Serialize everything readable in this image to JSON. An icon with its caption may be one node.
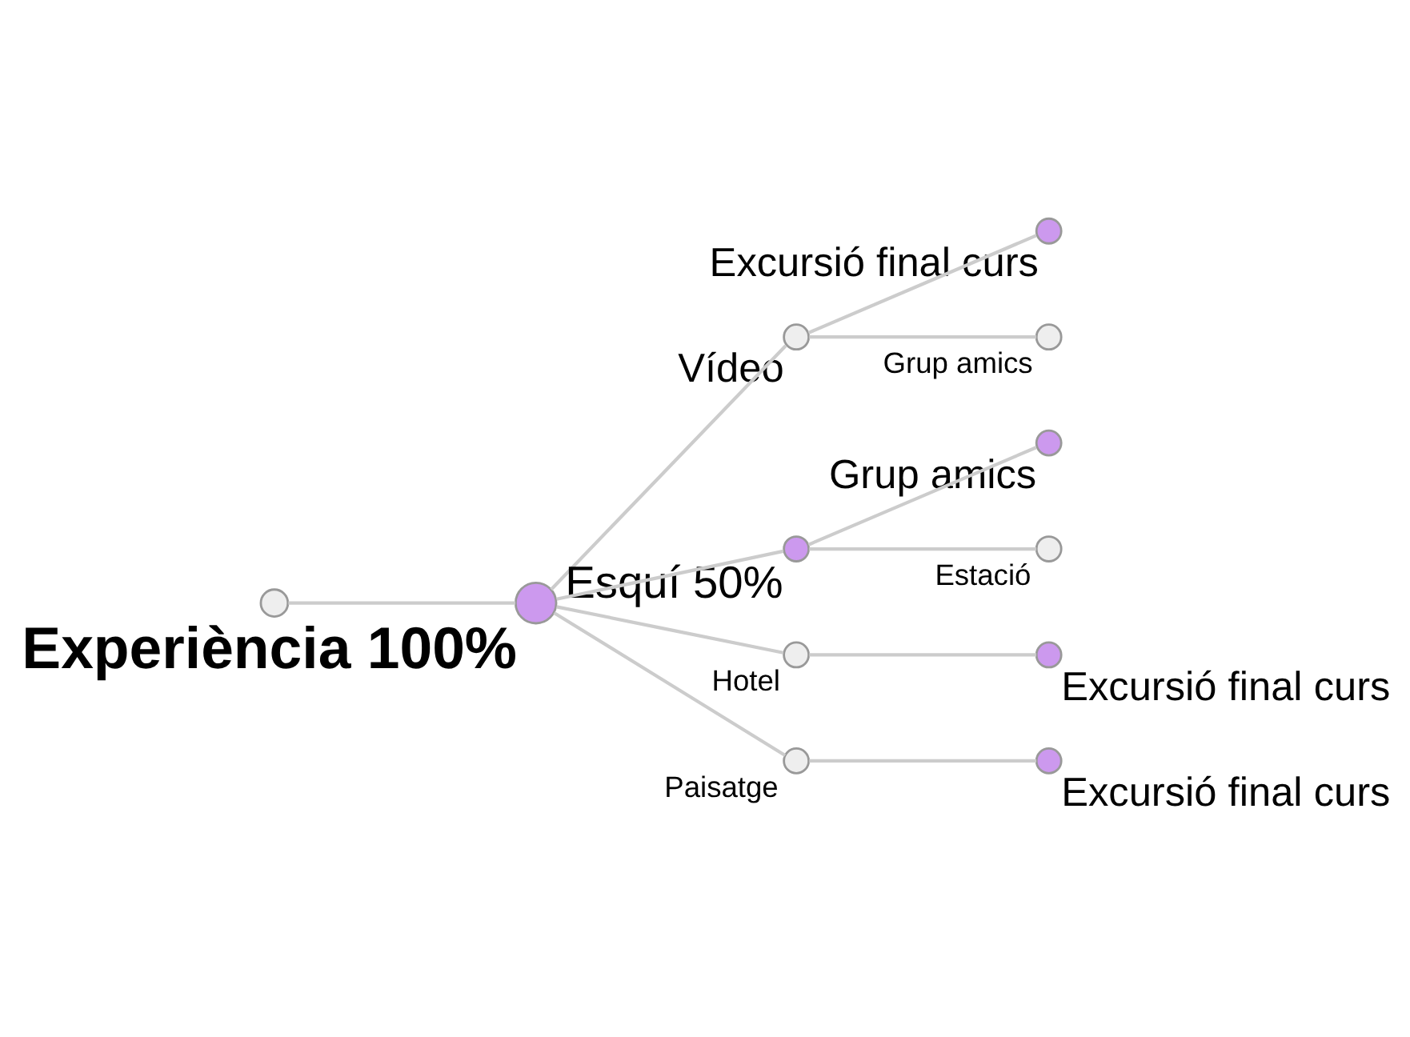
{
  "diagram": {
    "nodes": [
      {
        "text": [],
        "shape": "circle"
      },
      {
        "text": [],
        "shape": "circle",
        "beside": [
          "Experiència 100%"
        ]
      },
      {
        "text": [],
        "shape": "circle",
        "beside": [
          "Vídeo"
        ]
      },
      {
        "text": [],
        "shape": "circle",
        "beside": [
          "Esquí 50%"
        ]
      },
      {
        "text": [],
        "shape": "circle",
        "beside": [
          "Hotel"
        ]
      },
      {
        "text": [],
        "shape": "circle",
        "beside": [
          "Paisatge"
        ]
      },
      {
        "text": [],
        "shape": "circle",
        "beside": [
          "Excursió final curs"
        ]
      },
      {
        "text": [],
        "shape": "circle",
        "beside": [
          "Grup amics"
        ]
      },
      {
        "text": [],
        "shape": "circle",
        "beside": [
          "Grup amics"
        ]
      },
      {
        "text": [],
        "shape": "circle",
        "beside": [
          "Estació"
        ]
      },
      {
        "text": [],
        "shape": "circle",
        "beside": [
          "Excursió final curs"
        ]
      },
      {
        "text": [],
        "shape": "circle",
        "beside": [
          "Excursió final curs"
        ]
      }
    ],
    "edges": [
      {
        "from": 0,
        "to": 1,
        "arrow": "none"
      },
      {
        "from": 1,
        "to": 2,
        "arrow": "none"
      },
      {
        "from": 1,
        "to": 3,
        "arrow": "none"
      },
      {
        "from": 1,
        "to": 4,
        "arrow": "none"
      },
      {
        "from": 1,
        "to": 5,
        "arrow": "none"
      },
      {
        "from": 2,
        "to": 6,
        "arrow": "none"
      },
      {
        "from": 2,
        "to": 7,
        "arrow": "none"
      },
      {
        "from": 3,
        "to": 8,
        "arrow": "none"
      },
      {
        "from": 3,
        "to": 9,
        "arrow": "none"
      },
      {
        "from": 4,
        "to": 10,
        "arrow": "none"
      },
      {
        "from": 5,
        "to": 11,
        "arrow": "none"
      }
    ]
  }
}
